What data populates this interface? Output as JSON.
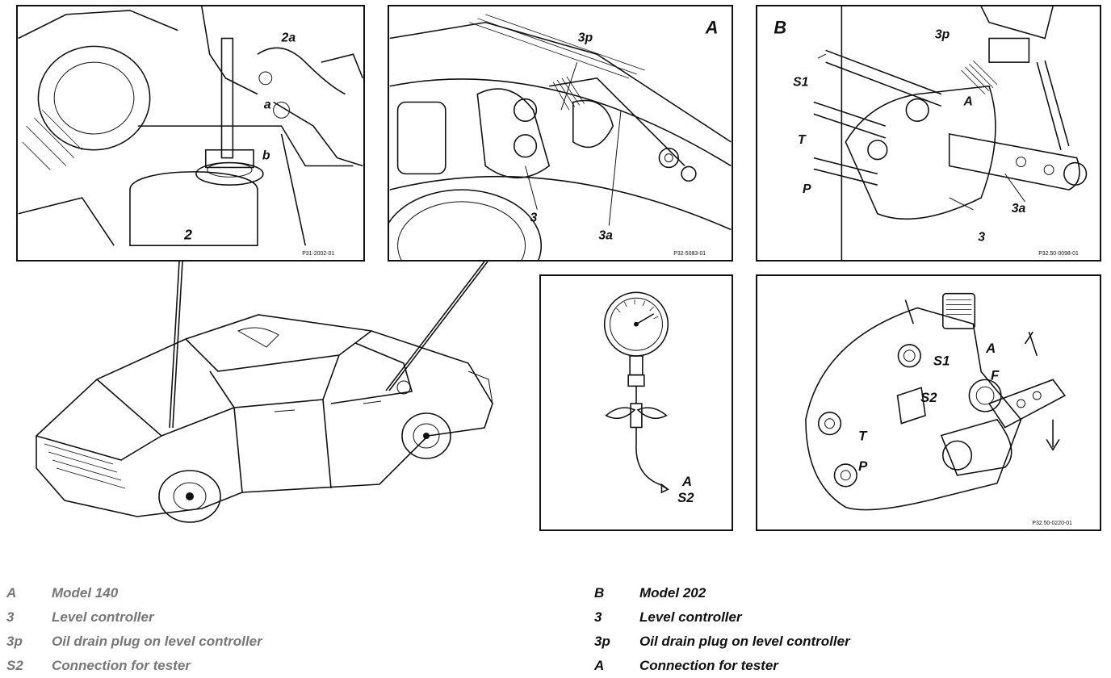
{
  "panels": {
    "engine": {
      "labels": [
        "2a",
        "a",
        "b",
        "2"
      ],
      "code": "P31-2002-01"
    },
    "model140": {
      "letter": "A",
      "labels": [
        "3p",
        "3",
        "3a"
      ],
      "code": "P32-5083-01"
    },
    "model202": {
      "letter": "B",
      "labels": [
        "3p",
        "S1",
        "T",
        "P",
        "A",
        "3a",
        "3"
      ],
      "code": "P32.50-0098-01"
    },
    "gauge": {
      "labels": [
        "A",
        "S2"
      ]
    },
    "controller": {
      "labels": [
        "S1",
        "A",
        "F",
        "S2",
        "T",
        "P"
      ],
      "code": "P32.50-0220-01"
    }
  },
  "legend_left": [
    {
      "key": "A",
      "text": "Model 140"
    },
    {
      "key": "3",
      "text": "Level controller"
    },
    {
      "key": "3p",
      "text": "Oil drain plug on level controller"
    },
    {
      "key": "S2",
      "text": "Connection for tester"
    }
  ],
  "legend_right": [
    {
      "key": "B",
      "text": "Model 202"
    },
    {
      "key": "3",
      "text": "Level controller"
    },
    {
      "key": "3p",
      "text": "Oil drain plug on level controller"
    },
    {
      "key": "A",
      "text": "Connection for tester"
    }
  ]
}
